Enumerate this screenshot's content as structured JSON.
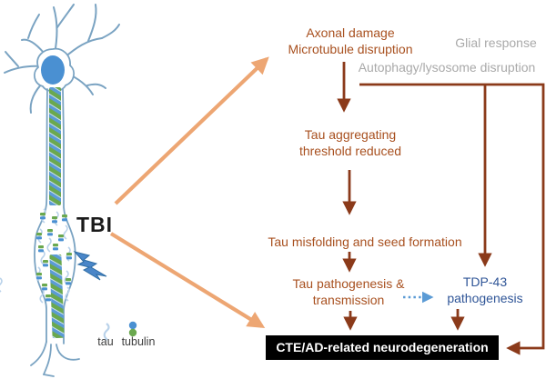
{
  "figure": {
    "tbi_label": "TBI",
    "legend": {
      "tau_label": "tau",
      "tubulin_label": "tubulin",
      "tau_icon": "tau-squiggle-icon",
      "tubulin_icon": "tubulin-dimer-icon"
    },
    "neuron": {
      "description_icons": [
        "neuron-illustration",
        "impact-bolt-icon",
        "microtubule-band",
        "disrupted-tubulin-fragments",
        "tau-squiggles"
      ]
    },
    "nodes": {
      "axonal_damage": {
        "line1": "Axonal damage",
        "line2": "Microtubule disruption"
      },
      "glial_response": {
        "line1": "Glial response"
      },
      "autophagy": {
        "line1": "Autophagy/lysosome disruption"
      },
      "tau_aggregating": {
        "line1": "Tau aggregating",
        "line2": "threshold reduced"
      },
      "tau_misfolding": {
        "line1": "Tau misfolding and seed formation"
      },
      "tau_pathogenesis": {
        "line1": "Tau pathogenesis &",
        "line2": "transmission"
      },
      "tdp43": {
        "line1": "TDP-43",
        "line2": "pathogenesis"
      },
      "outcome": {
        "line1": "CTE/AD-related neurodegeneration"
      }
    },
    "arrows": {
      "tbi_to_axonal_damage": "orange solid arrow up-right",
      "tbi_to_outcome": "orange solid arrow down-right",
      "pathway_arrows": "dark red solid arrows",
      "autophagy_bracket": "dark red line branching to TDP-43 and outcome",
      "tau_to_tdp43": "blue dotted arrow"
    },
    "colors": {
      "pathway_text": "#a8501f",
      "arrow_dark": "#8b3a1a",
      "secondary_text": "#a9a9a9",
      "tdp43_text": "#2f5597",
      "dotted_arrow": "#5b9bd5",
      "tbi_arrows": "#eda673",
      "outcome_bg": "#000000",
      "outcome_text": "#ffffff",
      "soma_blue": "#4a90d2",
      "tubulin_green": "#6aa84f",
      "tau_squiggle": "#b9d2ea",
      "neuron_outline": "#7aa3c2"
    }
  }
}
